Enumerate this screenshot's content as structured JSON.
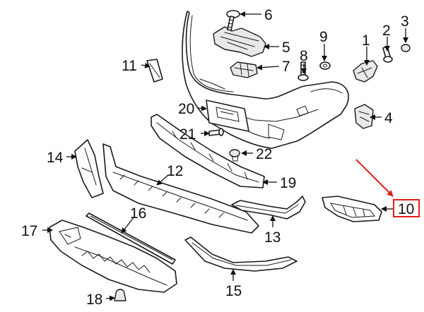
{
  "diagram": {
    "type": "exploded-parts-view",
    "highlighted_callout": "10",
    "highlight_color": "#e0201b",
    "line_color": "#1a1a1a",
    "callouts": [
      "1",
      "2",
      "3",
      "4",
      "5",
      "6",
      "7",
      "8",
      "9",
      "10",
      "11",
      "12",
      "13",
      "14",
      "15",
      "16",
      "17",
      "18",
      "19",
      "20",
      "21",
      "22"
    ]
  }
}
